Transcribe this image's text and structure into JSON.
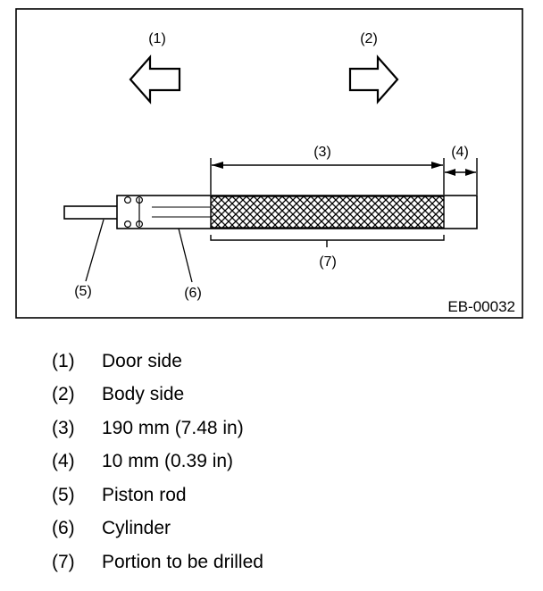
{
  "diagram": {
    "figure_id": "EB-00032",
    "callouts": {
      "door_side_arrow": "(1)",
      "body_side_arrow": "(2)",
      "length_190": "(3)",
      "length_10": "(4)",
      "piston_rod": "(5)",
      "cylinder": "(6)",
      "drill_portion": "(7)"
    }
  },
  "legend": [
    {
      "num": "(1)",
      "text": "Door side"
    },
    {
      "num": "(2)",
      "text": "Body side"
    },
    {
      "num": "(3)",
      "text": "190 mm (7.48 in)"
    },
    {
      "num": "(4)",
      "text": "10 mm (0.39 in)"
    },
    {
      "num": "(5)",
      "text": "Piston rod"
    },
    {
      "num": "(6)",
      "text": "Cylinder"
    },
    {
      "num": "(7)",
      "text": "Portion to be drilled"
    }
  ]
}
